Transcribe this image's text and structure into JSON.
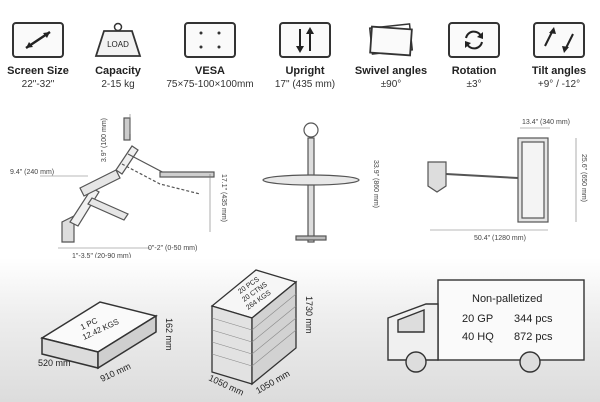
{
  "specs": [
    {
      "icon": "screen-size-icon",
      "title": "Screen Size",
      "value": "22\"-32\""
    },
    {
      "icon": "load-weight-icon",
      "title": "Capacity",
      "value": "2-15 kg",
      "icon_text": "LOAD"
    },
    {
      "icon": "vesa-icon",
      "title": "VESA",
      "value": "75×75-100×100mm"
    },
    {
      "icon": "upright-icon",
      "title": "Upright",
      "value": "17\" (435 mm)"
    },
    {
      "icon": "swivel-icon",
      "title": "Swivel angles",
      "value": "±90°"
    },
    {
      "icon": "rotation-icon",
      "title": "Rotation",
      "value": "±3°"
    },
    {
      "icon": "tilt-icon",
      "title": "Tilt angles",
      "value": "+9° / -12°"
    }
  ],
  "side_view": {
    "height_label": "3.9\" (100 mm)",
    "reach_label": "9.4\" (240 mm)",
    "upright_label": "17.1\" (435 mm)",
    "clamp_label": "1\"-3.5\" (20-90 mm)",
    "offset_label": "0\"-2\" (0-50 mm)"
  },
  "front_view": {
    "height_label": "33.9\" (860 mm)"
  },
  "top_view": {
    "width_label": "13.4\" (340 mm)",
    "depth_label": "25.6\" (650 mm)",
    "reach_label": "50.4\" (1280 mm)"
  },
  "box": {
    "pcs": "1 PC",
    "weight": "12.42 KGS",
    "length": "910 mm",
    "width": "520 mm",
    "height": "162 mm"
  },
  "pallet": {
    "pcs": "20 PCS",
    "ctns": "20 CTNS",
    "weight": "264 KGS",
    "height": "1730 mm",
    "length": "1050 mm",
    "width": "1050 mm"
  },
  "shipping": {
    "title": "Non-palletized",
    "rows": [
      {
        "container": "20 GP",
        "qty": "344 pcs"
      },
      {
        "container": "40 HQ",
        "qty": "872 pcs"
      }
    ]
  }
}
